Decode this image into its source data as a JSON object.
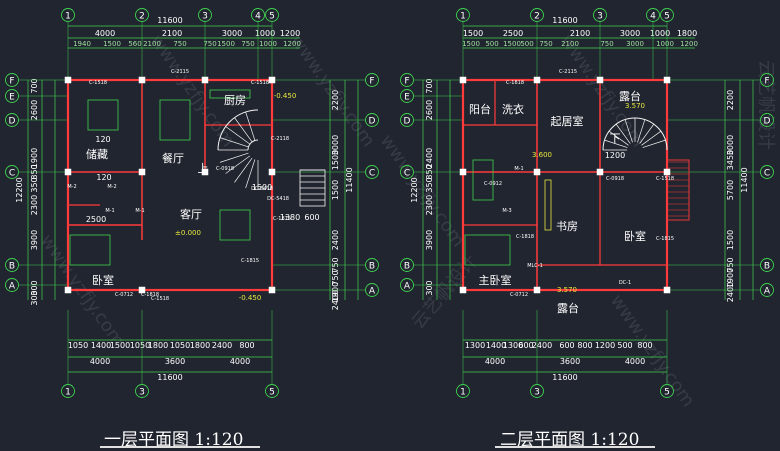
{
  "plans": [
    {
      "title": "一层平面图 1:120",
      "top_total": "11600",
      "top_row1": [
        "4000",
        "2100",
        "3000",
        "1000",
        "1200"
      ],
      "top_row2": [
        "1940",
        "1500",
        "560",
        "2100",
        "750",
        "750",
        "1500",
        "750",
        "1000",
        "1200"
      ],
      "bottom_total": "11600",
      "bottom_row1": [
        "4000",
        "3600",
        "4000"
      ],
      "bottom_row2": [
        "1050",
        "1400",
        "1500",
        "1050",
        "1800",
        "1050",
        "1800",
        "2400",
        "800"
      ],
      "left_total": "12200",
      "left_dims": [
        "700",
        "2600",
        "1900",
        "850",
        "350",
        "2300",
        "3900",
        "300",
        "300"
      ],
      "right_dims": [
        "2200",
        "3000",
        "1500",
        "1500",
        "2400",
        "750",
        "750",
        "1900",
        "2400"
      ],
      "right_total": "11400",
      "rooms": [
        "储藏",
        "餐厅",
        "厨房",
        "客厅",
        "卧室",
        "上"
      ],
      "elevations": [
        "-0.450",
        "±0.000",
        "-0.450"
      ],
      "notes": [
        "1380",
        "600",
        "2500",
        "1500",
        "120",
        "120"
      ],
      "door_tags": [
        "C-1518",
        "C-2115",
        "C-1518",
        "C-0712",
        "C-1518",
        "M-1",
        "M-1",
        "C-0918",
        "C-1815",
        "DC-5418",
        "DC-5418",
        "C-1815",
        "M-2",
        "M-2",
        "C-2118",
        "C-1818"
      ],
      "axes_top": [
        "1",
        "2",
        "3",
        "4",
        "5"
      ],
      "axes_bottom": [
        "1",
        "3",
        "5"
      ],
      "axes_left": [
        "F",
        "E",
        "D",
        "C",
        "B",
        "A"
      ],
      "axes_right": [
        "F",
        "D",
        "C",
        "B",
        "A"
      ]
    },
    {
      "title": "二层平面图 1:120",
      "top_total": "11600",
      "top_row1": [
        "1500",
        "2500",
        "2100",
        "3000",
        "1000",
        "1800"
      ],
      "top_row2": [
        "1500",
        "500",
        "1500",
        "500",
        "750",
        "2100",
        "750",
        "3000",
        "1000",
        "1200"
      ],
      "bottom_total": "11600",
      "bottom_row1": [
        "4000",
        "3600",
        "4000"
      ],
      "bottom_row2": [
        "1300",
        "1400",
        "1300",
        "600",
        "2400",
        "600",
        "800",
        "1200",
        "500",
        "800"
      ],
      "left_total": "12200",
      "left_dims": [
        "700",
        "2600",
        "2400",
        "850",
        "350",
        "2300",
        "3900",
        "300"
      ],
      "right_dims": [
        "2200",
        "3000",
        "3450",
        "5700",
        "1500",
        "750",
        "1900",
        "2400"
      ],
      "right_total": "11400",
      "rooms": [
        "阳台",
        "洗衣",
        "起居室",
        "露台",
        "书房",
        "卧室",
        "主卧室",
        "露台",
        "下"
      ],
      "elevations": [
        "3.570",
        "3.600",
        "3.570"
      ],
      "notes": [
        "1200"
      ],
      "door_tags": [
        "C-2115",
        "C-1818",
        "M-1",
        "C-0918",
        "C-0912",
        "C-1815",
        "MLC-1",
        "DC-1",
        "C-0712",
        "C-1818",
        "C-1518",
        "M-3"
      ],
      "axes_top": [
        "1",
        "2",
        "3",
        "4",
        "5"
      ],
      "axes_bottom": [
        "1",
        "3",
        "5"
      ],
      "axes_left": [
        "F",
        "E",
        "D",
        "C",
        "B",
        "A"
      ],
      "axes_right": [
        "F",
        "D",
        "C",
        "B",
        "A"
      ]
    }
  ],
  "watermark": "www.yzfjy.com",
  "watermark_cn": "云艺帆设计",
  "colors": {
    "background": "#21252f",
    "dimension_lines": "#3fd24f",
    "walls": "#ff3b3b",
    "axis_bubbles": "#3fd24f",
    "furniture": "#3fd24f",
    "stairs": "#f5f5f5",
    "elevation": "#e8e840",
    "text": "#ffffff"
  }
}
